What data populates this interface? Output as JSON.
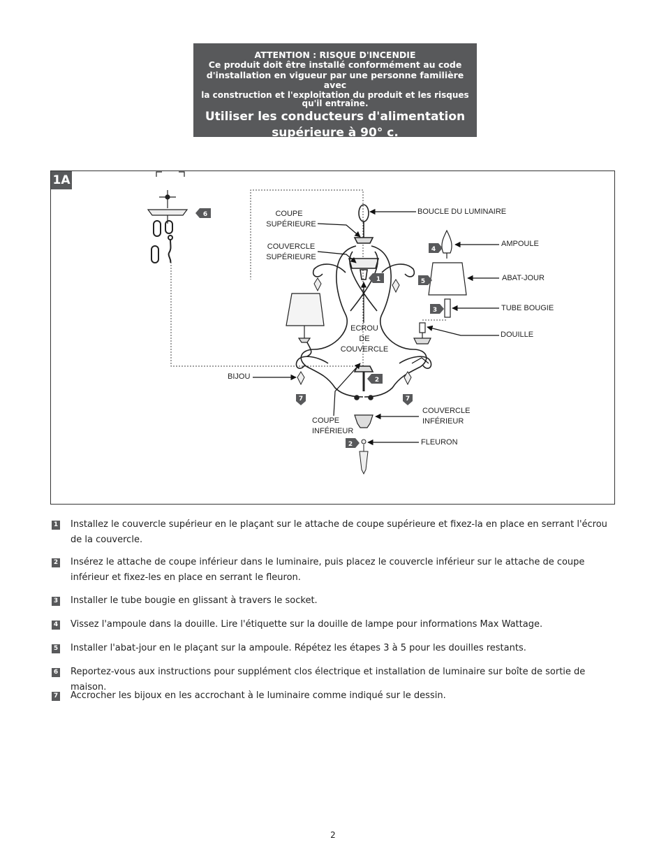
{
  "warning": {
    "title": "ATTENTION : RISQUE D'INCENDIE",
    "line1": "Ce produit doit être installé conformément au code",
    "line2": "d'installation en vigueur par une personne familière avec",
    "line3": "la construction et l'exploitation du produit et les risques",
    "line4": "qu'il entraîne.",
    "big1": "Utiliser les conducteurs d'alimentation",
    "big2": "supérieure à 90° c."
  },
  "figure": {
    "label": "1A",
    "labels": {
      "boucle": "BOUCLE DU LUMINAIRE",
      "coupe_sup_1": "COUPE",
      "coupe_sup_2": "SUPÉRIEURE",
      "couvercle_sup_1": "COUVERCLE",
      "couvercle_sup_2": "SUPÉRIEURE",
      "ampoule": "AMPOULE",
      "abat_jour": "ABAT-JOUR",
      "tube_bougie": "TUBE BOUGIE",
      "douille": "DOUILLE",
      "ecrou_1": "ECROU",
      "ecrou_2": "DE",
      "ecrou_3": "COUVERCLE",
      "bijou": "BIJOU",
      "couvercle_inf_1": "COUVERCLE",
      "couvercle_inf_2": "INFÉRIEUR",
      "coupe_inf_1": "COUPE",
      "coupe_inf_2": "INFÉRIEUR",
      "fleuron": "FLEURON"
    },
    "badges": {
      "b6": "6",
      "b4": "4",
      "b1": "1",
      "b5": "5",
      "b3": "3",
      "b2a": "2",
      "b7a": "7",
      "b7b": "7",
      "b2b": "2"
    }
  },
  "steps": [
    {
      "num": "1",
      "text": "Installez le couvercle supérieur en le plaçant sur le attache de coupe supérieure et fixez-la en place en serrant l'écrou de la couvercle."
    },
    {
      "num": "2",
      "text": "Insérez le attache de coupe inférieur dans le luminaire, puis placez le couvercle inférieur sur le attache de coupe inférieur et fixez-les en place en serrant le fleuron."
    },
    {
      "num": "3",
      "text": "Installer le tube bougie en glissant à travers le socket."
    },
    {
      "num": "4",
      "text": "Vissez l'ampoule dans la douille. Lire l'étiquette sur la douille de lampe pour informations Max Wattage."
    },
    {
      "num": "5",
      "text": "Installer l'abat-jour en le plaçant sur la ampoule. Répétez les étapes 3 à 5 pour les douilles restants."
    },
    {
      "num": "6",
      "text": "Reportez-vous aux instructions pour supplément clos électrique et installation de luminaire sur boîte de sortie de maison."
    },
    {
      "num": "7",
      "text": "Accrocher les bijoux en les accrochant à le luminaire comme indiqué sur le dessin."
    }
  ],
  "page_number": "2"
}
